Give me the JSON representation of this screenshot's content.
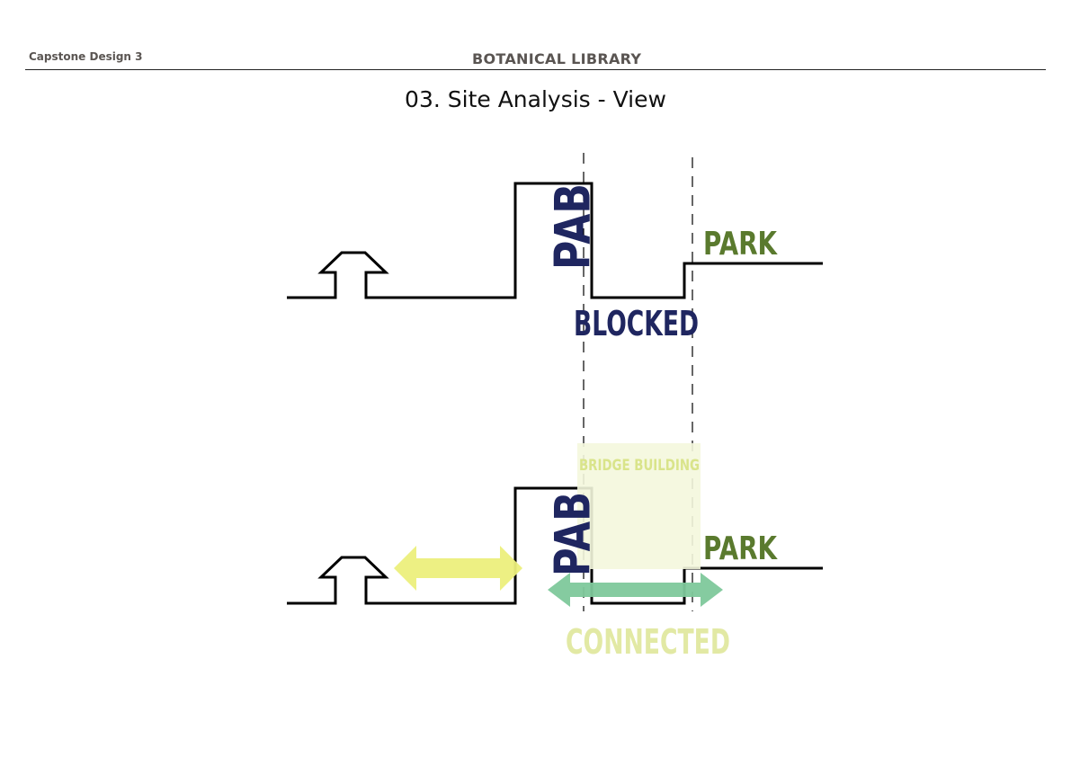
{
  "header": {
    "course": "Capstone Design 3",
    "project": "BOTANICAL LIBRARY"
  },
  "page_title": "03. Site Analysis - View",
  "top_section": {
    "building_label": "PAB",
    "park_label": "PARK",
    "status_label": "BLOCKED"
  },
  "bottom_section": {
    "building_label": "PAB",
    "park_label": "PARK",
    "bridge_label": "BRIDGE BUILDING",
    "status_label": "CONNECTED"
  },
  "colors": {
    "navy": "#1f2660",
    "park_green": "#5a7a2e",
    "yellow_label": "#e2e9a4",
    "bridge_fill": "#f4f7dd",
    "bridge_label": "#d9e48a",
    "arrow_yellow": "#ecef7c",
    "arrow_green": "#7ec89b",
    "line": "#000000"
  }
}
